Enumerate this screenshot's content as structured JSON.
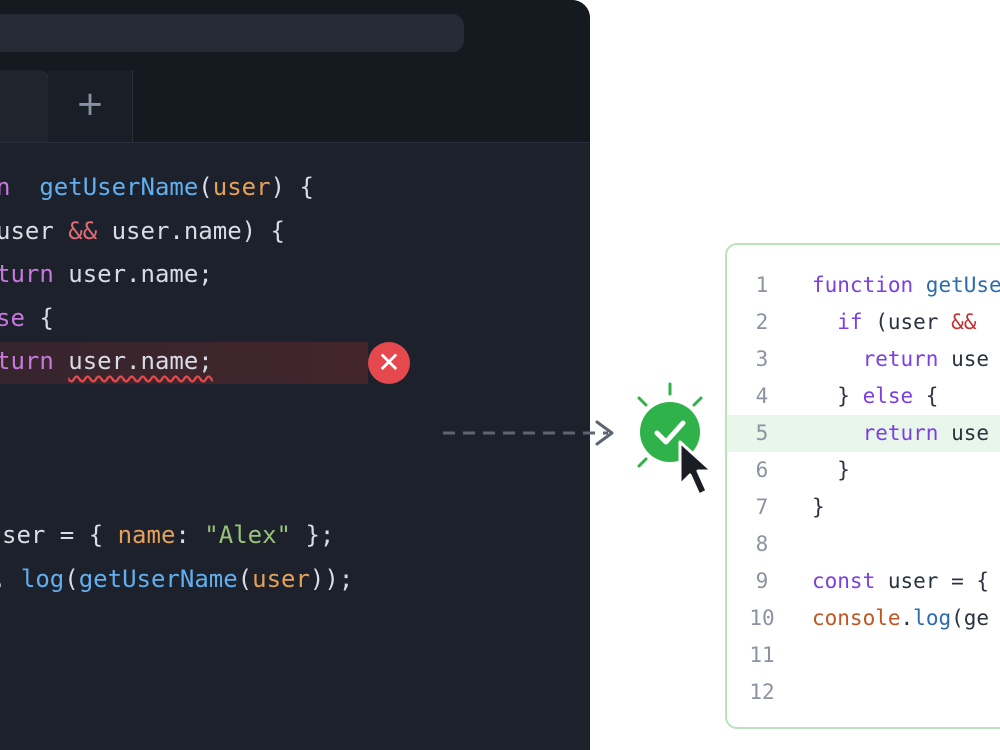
{
  "editor": {
    "tab_close_glyph": "×",
    "new_tab_glyph": "+",
    "code_lines": [
      [
        "n ",
        " getUserName",
        "(",
        "user",
        ") {"
      ],
      [
        "user ",
        "&&",
        " user.name) {"
      ],
      [
        "turn",
        " user.name;"
      ],
      [
        "se",
        " {"
      ],
      [
        "turn",
        " ",
        "user.name;"
      ],
      [],
      [],
      [],
      [
        "ser = { ",
        "name",
        ": ",
        "\"Alex\"",
        " };"
      ],
      [
        ". ",
        "log",
        "(",
        "getUserName",
        "(",
        "user",
        "));"
      ]
    ],
    "error_badge_glyph": "✕"
  },
  "fixed_panel": {
    "lines": [
      {
        "num": "1",
        "parts": [
          [
            "function",
            "kw"
          ],
          [
            " getUse",
            "fn"
          ]
        ]
      },
      {
        "num": "2",
        "parts": [
          [
            "  if",
            "kw"
          ],
          [
            " (user ",
            ""
          ],
          [
            "&&",
            "op"
          ]
        ]
      },
      {
        "num": "3",
        "parts": [
          [
            "    return",
            "kw"
          ],
          [
            " use",
            ""
          ]
        ]
      },
      {
        "num": "4",
        "parts": [
          [
            "  } ",
            ""
          ],
          [
            "else",
            "kw"
          ],
          [
            " {",
            ""
          ]
        ]
      },
      {
        "num": "5",
        "parts": [
          [
            "    return",
            "kw"
          ],
          [
            " use",
            ""
          ]
        ],
        "highlight": true
      },
      {
        "num": "6",
        "parts": [
          [
            "  }",
            ""
          ]
        ]
      },
      {
        "num": "7",
        "parts": [
          [
            "}",
            ""
          ]
        ]
      },
      {
        "num": "8",
        "parts": []
      },
      {
        "num": "9",
        "parts": [
          [
            "const",
            "kw"
          ],
          [
            " user = {",
            ""
          ]
        ]
      },
      {
        "num": "10",
        "parts": [
          [
            "console",
            "par"
          ],
          [
            ".",
            ""
          ],
          [
            "log",
            "fn"
          ],
          [
            "(ge",
            ""
          ]
        ]
      },
      {
        "num": "11",
        "parts": []
      },
      {
        "num": "12",
        "parts": []
      }
    ]
  },
  "icons": {
    "success": "check-circle-icon",
    "pointer": "mouse-pointer-icon",
    "error": "x-circle-icon"
  },
  "colors": {
    "editor_bg": "#1c212b",
    "error_red": "#e5484d",
    "success_green": "#2fb24a",
    "panel_border": "#b9e2bd",
    "highlight_bg": "#e9f6ea"
  }
}
